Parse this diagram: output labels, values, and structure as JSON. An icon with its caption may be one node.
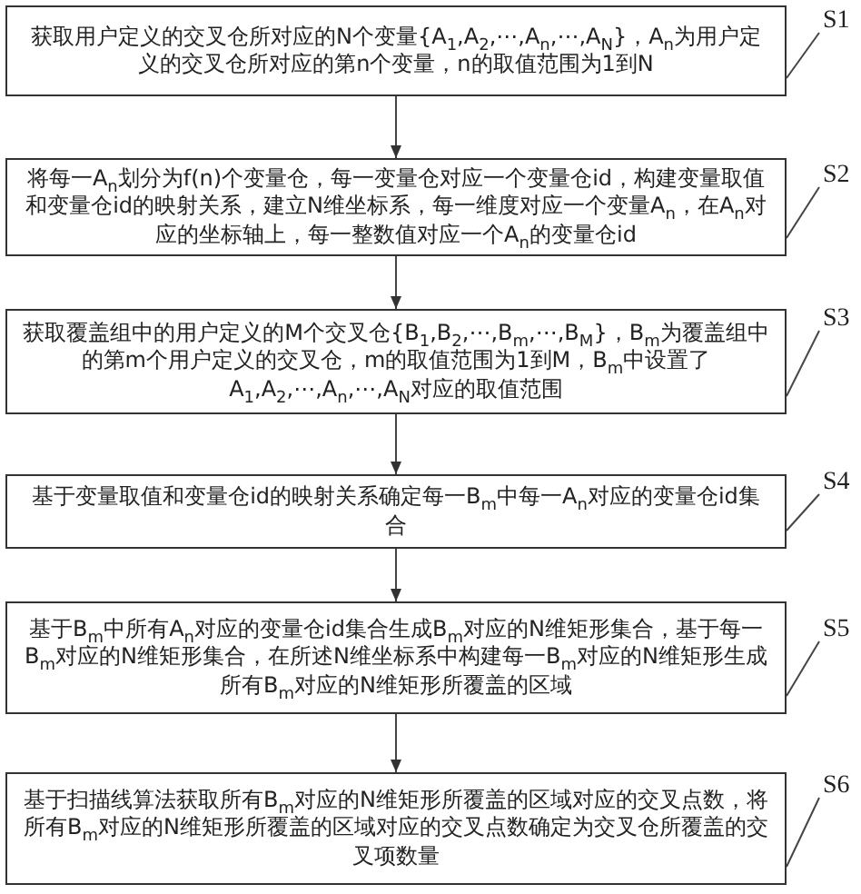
{
  "diagram": {
    "nodes": [
      {
        "text": [
          "获取用户定义的交叉仓所对应的N个变量{A$_{1}$,A$_{2}$,⋯,A$_{n}$,⋯,A$_{N}$}，A$_{n}$为用户定义的交叉仓所对应的第n个变量，n的取值范围为1到N"
        ]
      },
      {
        "text": [
          "将每一A$_{n}$划分为f(n)个变量仓，每一变量仓对应一个变量仓id，构建变量取值和变量仓id的映射关系，建立N维坐标系，每一维度对应一个变量A$_{n}$，在A$_{n}$对应的坐标轴上，每一整数值对应一个A$_{n}$的变量仓id"
        ]
      },
      {
        "text": [
          "获取覆盖组中的用户定义的M个交叉仓{B$_{1}$,B$_{2}$,⋯,B$_{m}$,⋯,B$_{M}$}，B$_{m}$为覆盖组中的第m个用户定义的交叉仓，m的取值范围为1到M，B$_{m}$中设置了A$_{1}$,A$_{2}$,⋯,A$_{n}$,⋯,A$_{N}$对应的取值范围"
        ]
      },
      {
        "text": [
          "基于变量取值和变量仓id的映射关系确定每一B$_{m}$中每一A$_{n}$对应的变量仓id集合"
        ]
      },
      {
        "text": [
          "基于B$_{m}$中所有A$_{n}$对应的变量仓id集合生成B$_{m}$对应的N维矩形集合，基于每一B$_{m}$对应的N维矩形集合，在所述N维坐标系中构建每一B$_{m}$对应的N维矩形生成所有B$_{m}$对应的N维矩形所覆盖的区域"
        ]
      },
      {
        "text": [
          "基于扫描线算法获取所有B$_{m}$对应的N维矩形所覆盖的区域对应的交叉点数，将所有B$_{m}$对应的N维矩形所覆盖的区域对应的交叉点数确定为交叉仓所覆盖的交叉项数量"
        ]
      },
      {
        "text": [
          "S1"
        ]
      },
      {
        "text": [
          "S2"
        ]
      },
      {
        "text": [
          "S3"
        ]
      },
      {
        "text": [
          "S4"
        ]
      },
      {
        "text": [
          "S5"
        ]
      },
      {
        "text": [
          "S6"
        ]
      }
    ],
    "edges": [
      {
        "from": 0,
        "to": 1,
        "arrow": "to"
      },
      {
        "from": 1,
        "to": 2,
        "arrow": "to"
      },
      {
        "from": 2,
        "to": 3,
        "arrow": "to"
      },
      {
        "from": 3,
        "to": 4,
        "arrow": "to"
      },
      {
        "from": 4,
        "to": 5,
        "arrow": "to"
      },
      {
        "from": 6,
        "to": 0,
        "arrow": "none"
      },
      {
        "from": 7,
        "to": 1,
        "arrow": "none"
      },
      {
        "from": 8,
        "to": 2,
        "arrow": "none"
      },
      {
        "from": 9,
        "to": 3,
        "arrow": "none"
      },
      {
        "from": 10,
        "to": 4,
        "arrow": "none"
      },
      {
        "from": 11,
        "to": 5,
        "arrow": "none"
      }
    ]
  }
}
